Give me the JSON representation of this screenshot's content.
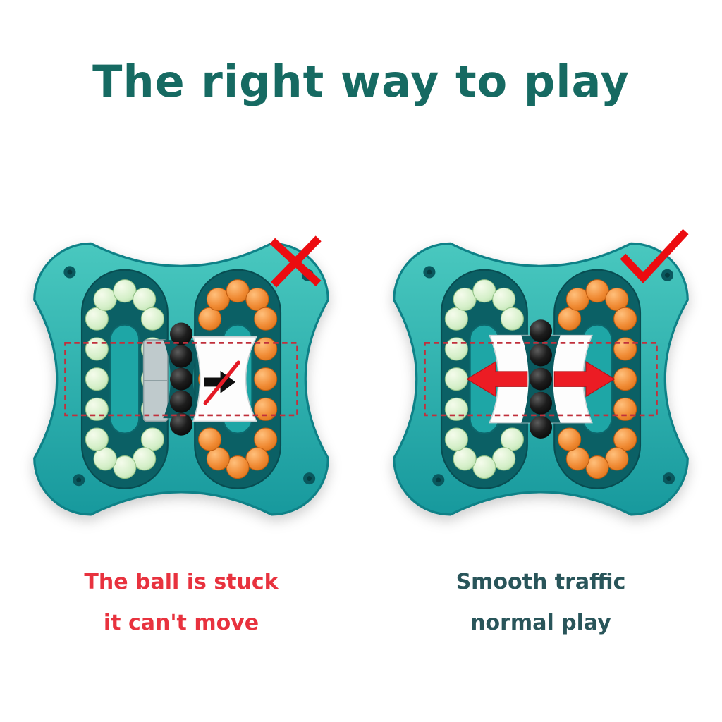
{
  "page": {
    "title": "The right way to play",
    "title_color": "#166a62",
    "background": "#ffffff"
  },
  "left_panel": {
    "mark_icon": "cross-icon",
    "caption": {
      "line1": "The ball is stuck",
      "line2": "it can't move",
      "color": "#e8323e"
    }
  },
  "right_panel": {
    "mark_icon": "check-icon",
    "caption": {
      "line1": "Smooth traffic",
      "line2": "normal play",
      "color": "#29555a"
    }
  },
  "toy_colors": {
    "body": "#2ab4b0",
    "track_channel": "#0b6065",
    "left_ring_beads": "#d2eec7",
    "right_ring_beads": "#ef8130",
    "center_beads": "#111111",
    "accent_red": "#ec0c10"
  }
}
